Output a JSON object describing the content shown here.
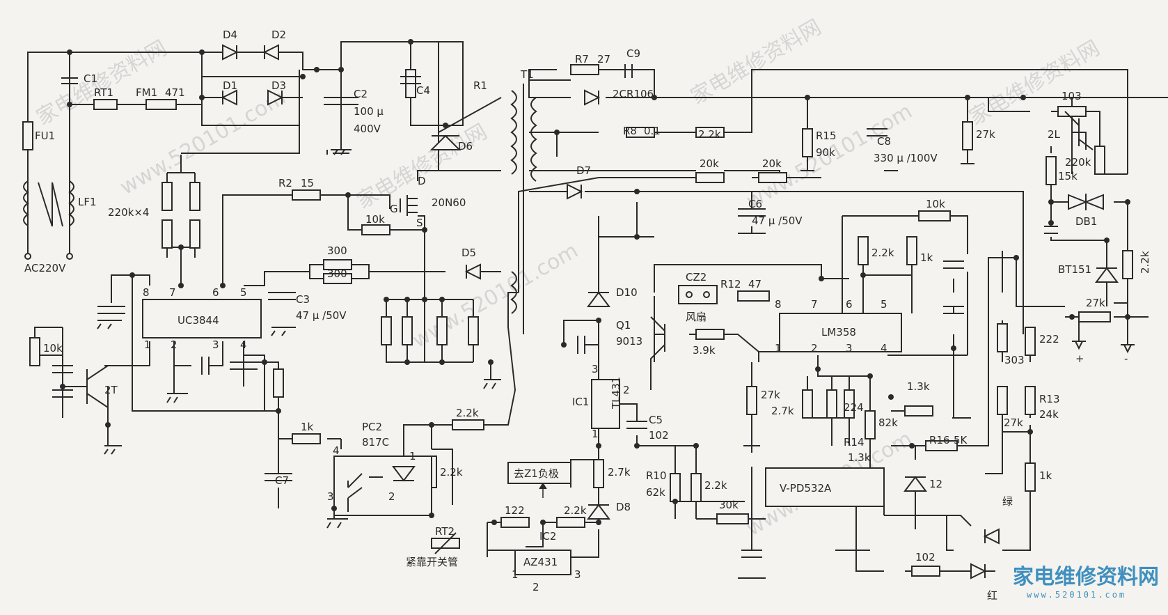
{
  "watermarks": [
    "家电维修资料网",
    "www.520101.com",
    "家电维修资料网",
    "www.520101.com",
    "家电维修资料网",
    "www.520101.com",
    "家电维修资料网",
    "www.520101.com"
  ],
  "labels": {
    "d4": "D4",
    "d2": "D2",
    "d1": "D1",
    "d3": "D3",
    "c1": "C1",
    "rt1": "RT1",
    "fm1": "FM1",
    "r471": "471",
    "fu1": "FU1",
    "lf1": "LF1",
    "ac": "AC220V",
    "c2": "C2",
    "c2v": "100 μ",
    "c2u": "400V",
    "c4": "C4",
    "r1": "R1",
    "d6": "D6",
    "t1": "T1",
    "r7": "R7",
    "r27": "27",
    "c9": "C9",
    "d2cr": "2CR106",
    "r8": "R8",
    "r01": "0.1",
    "r22a": "2.2k",
    "r15": "R15",
    "r90k": "90k",
    "c8": "C8",
    "c8v": "330 μ /100V",
    "r27k1": "27k",
    "r103": "103",
    "q2l": "2L",
    "r220k": "220k",
    "r15k": "15k",
    "db1": "DB1",
    "bt151": "BT151",
    "r22b": "2.2k",
    "r220x4": "220k×4",
    "r2": "R2",
    "r15b": "15",
    "g": "G",
    "d": "D",
    "s": "S",
    "mos": "20N60",
    "r10k1": "10k",
    "r300a": "300",
    "r300b": "300",
    "d5": "D5",
    "d7": "D7",
    "r20ka": "20k",
    "r20kb": "20k",
    "c6": "C6",
    "c6v": "47 μ /50V",
    "r10k2": "10k",
    "r22c": "2.2k",
    "r1k1": "1k",
    "p8": "8",
    "p7": "7",
    "p6": "6",
    "p5": "5",
    "p1": "1",
    "p2": "2",
    "p3": "3",
    "p4": "4",
    "ic": "UC3844",
    "c3": "C3",
    "c3v": "47 μ /50V",
    "r10k3": "10k",
    "q2t": "2T",
    "cz2": "CZ2",
    "r12": "R12",
    "r47": "47",
    "fan": "风扇",
    "lm": "LM358",
    "l8": "8",
    "l7": "7",
    "l6": "6",
    "l5": "5",
    "l1": "1",
    "l2": "2",
    "l3": "3",
    "l4": "4",
    "r27k2": "27k",
    "plus": "+",
    "minus": "-",
    "d10": "D10",
    "q1": "Q1",
    "q1t": "9013",
    "r39k": "3.9k",
    "r27k3": "27k",
    "r27k4": "2.7k",
    "r224": "224",
    "r82k": "82k",
    "r13k": "1.3k",
    "r303": "303",
    "r222": "222",
    "r13": "R13",
    "r24k": "24k",
    "r27k5": "27k",
    "r14": "R14",
    "r13k2": "1.3k",
    "r16": "R16",
    "r5k": "5K",
    "ic1": "IC1",
    "tl431": "TL431",
    "i3": "3",
    "i2": "2",
    "i1": "1",
    "c5": "C5",
    "c102": "102",
    "pc2": "PC2",
    "opto": "817C",
    "o4": "4",
    "o3": "3",
    "o1": "1",
    "o2": "2",
    "r1k2": "1k",
    "r22d": "2.2k",
    "r22e": "2.2k",
    "c7": "C7",
    "z1": "去Z1负极",
    "r27k6": "2.7k",
    "d8": "D8",
    "r10": "R10",
    "r62k": "62k",
    "r22f": "2.2k",
    "r30k": "30k",
    "vpd": "V-PD532A",
    "z12": "12",
    "r1k3": "1k",
    "green": "绿",
    "r122": "122",
    "r22g": "2.2k",
    "ic2": "IC2",
    "rt2": "RT2",
    "near": "紧靠开关管",
    "az": "AZ431",
    "a1": "1",
    "a2": "2",
    "a3": "3",
    "r102": "102",
    "red": "红"
  },
  "logo": {
    "text": "家电维修资料网",
    "sub": "www.520101.com"
  },
  "colors": {
    "ink": "#2a2a2a",
    "paper": "#f4f3ef",
    "logo": "#3f8fbf"
  }
}
